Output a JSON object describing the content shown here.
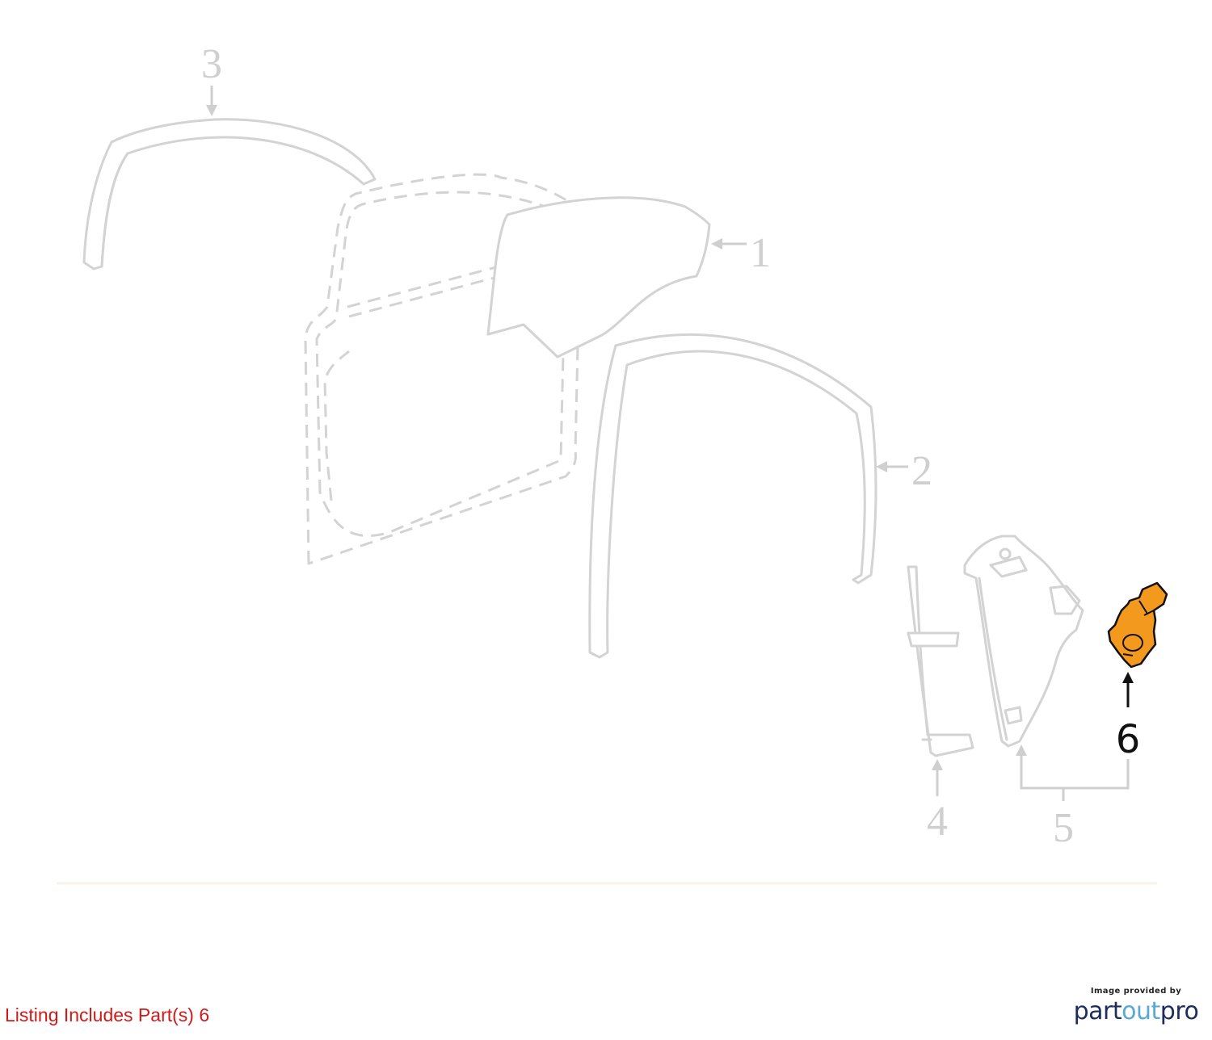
{
  "diagram": {
    "callouts": [
      {
        "label": "1",
        "part": "door glass"
      },
      {
        "label": "2",
        "part": "rear run channel"
      },
      {
        "label": "3",
        "part": "front run channel"
      },
      {
        "label": "4",
        "part": "rear guide channel"
      },
      {
        "label": "5",
        "part": "window regulator"
      },
      {
        "label": "6",
        "part": "window motor",
        "highlighted": true
      }
    ],
    "highlight_color": "#f39a1e",
    "ghost_color": "#d3d3d3"
  },
  "footer": {
    "listing_note": "Listing Includes Part(s) 6",
    "listing_note_color": "#d11a1a"
  },
  "credit": {
    "caption": "Image provided by",
    "logo_part": "part",
    "logo_out": "out",
    "logo_pro": "pro"
  }
}
